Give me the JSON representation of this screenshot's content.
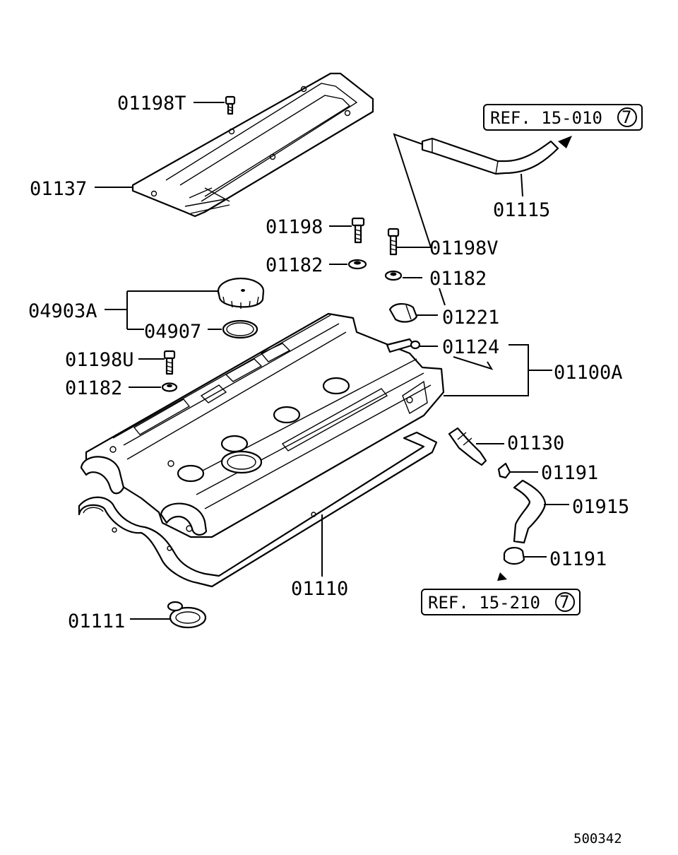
{
  "diagram_id": "500342",
  "labels": {
    "cover_bolt_t": "01198T",
    "top_cover": "01137",
    "bolt": "01198",
    "washer_a": "01182",
    "filler_cap_assy": "04903A",
    "cap_gasket": "04907",
    "bolt_u": "01198U",
    "washer_c": "01182",
    "bolt_v": "01198V",
    "washer_b": "01182",
    "grommet": "01221",
    "nipple": "01124",
    "rocker_cover_assy": "01100A",
    "breather_hose": "01115",
    "pcv_valve": "01130",
    "clamp_a": "01191",
    "pcv_hose": "01915",
    "clamp_b": "01191",
    "cover_gasket": "01110",
    "plug_seal": "01111"
  },
  "refs": {
    "ref_top": {
      "text": "REF. 15-010",
      "circle": "7"
    },
    "ref_bottom": {
      "text": "REF. 15-210",
      "circle": "7"
    }
  }
}
